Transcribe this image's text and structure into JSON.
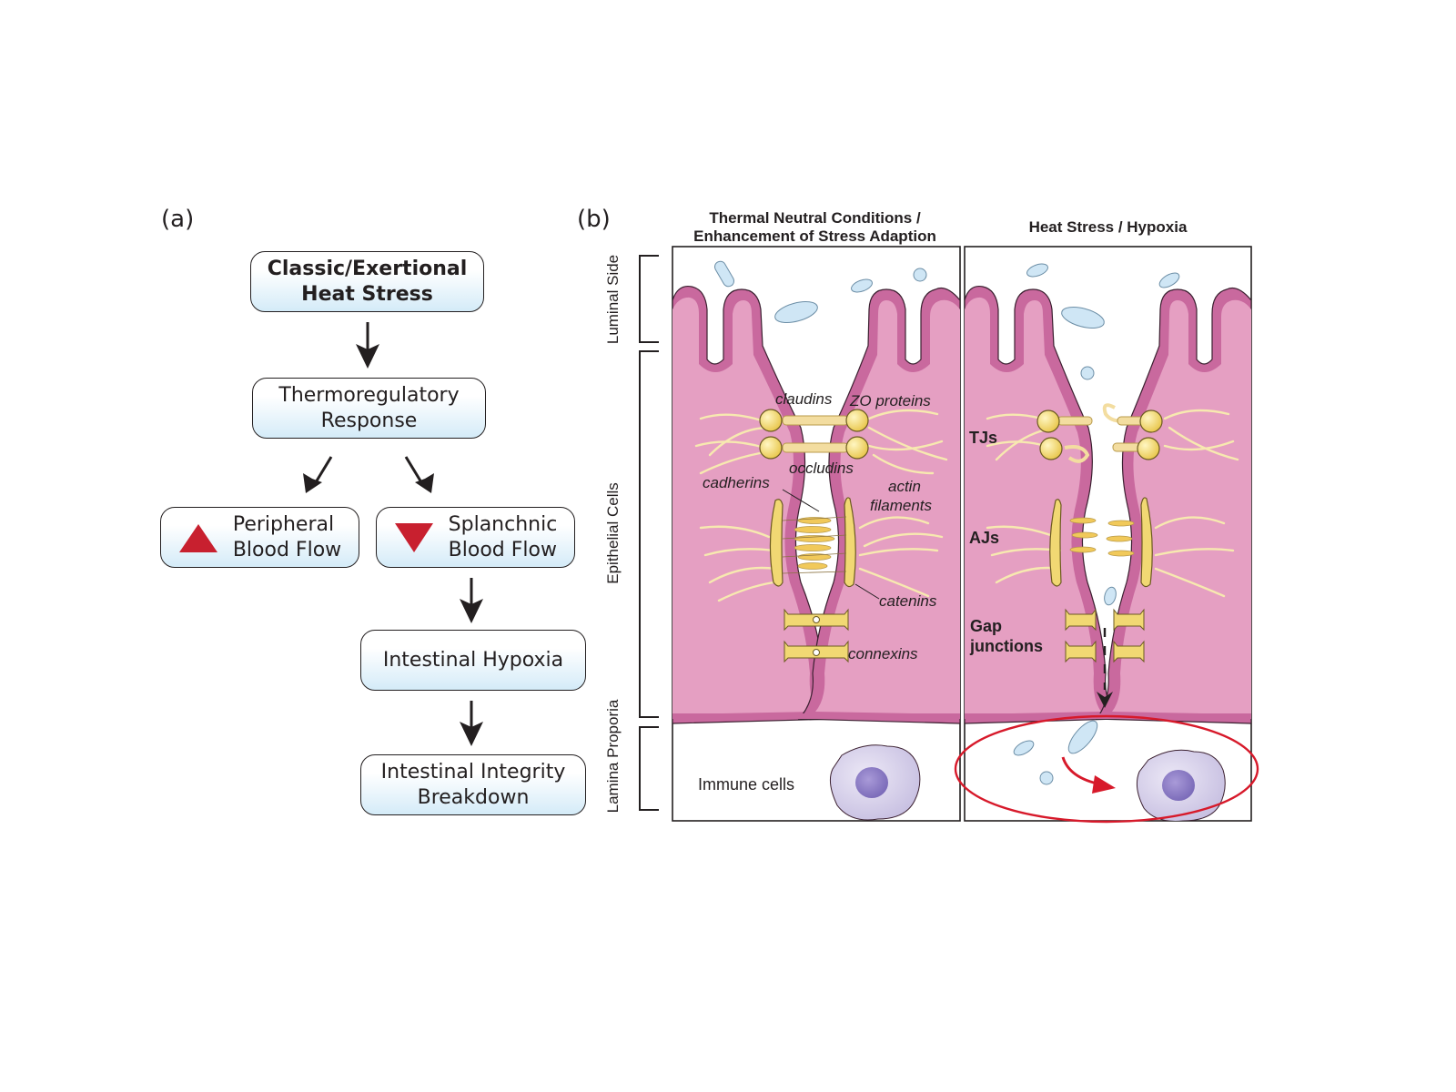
{
  "panel_a": {
    "label": "(a)",
    "boxes": {
      "heat_stress": [
        "Classic/Exertional",
        "Heat Stress"
      ],
      "thermoregulatory": [
        "Thermoregulatory",
        "Response"
      ],
      "peripheral": [
        "Peripheral",
        "Blood Flow"
      ],
      "splanchnic": [
        "Splanchnic",
        "Blood Flow"
      ],
      "hypoxia": "Intestinal Hypoxia",
      "breakdown": [
        "Intestinal Integrity",
        "Breakdown"
      ]
    },
    "indicators": {
      "peripheral": "increase",
      "splanchnic": "decrease"
    },
    "colors": {
      "indicator": "#c8202f",
      "box_fill_bottom": "#d4ebf8"
    }
  },
  "panel_b": {
    "label": "(b)",
    "columns": {
      "left_title": [
        "Thermal Neutral Conditions /",
        "Enhancement of Stress Adaption"
      ],
      "right_title": "Heat Stress / Hypoxia"
    },
    "side_labels": {
      "luminal": "Luminal Side",
      "epithelial": "Epithelial Cells",
      "lamina": "Lamina Proporia"
    },
    "annotations_left": {
      "claudins": "claudins",
      "zo_proteins": "ZO proteins",
      "occludins": "occludins",
      "cadherins": "cadherins",
      "actin": [
        "actin",
        "filaments"
      ],
      "catenins": "catenins",
      "connexins": "connexins",
      "immune": "Immune cells"
    },
    "annotations_right": {
      "tjs": "TJs",
      "ajs": "AJs",
      "gap": [
        "Gap",
        "junctions"
      ]
    },
    "colors": {
      "cell_fill": "#e59fc2",
      "cell_membrane": "#c9699e",
      "protein": "#f1d873",
      "fiber": "#f7e9b0",
      "bacteria": "#cfe6f5",
      "immune": "#d9d4ec",
      "nucleus": "#8c7fc4",
      "highlight": "#d7192a"
    }
  }
}
